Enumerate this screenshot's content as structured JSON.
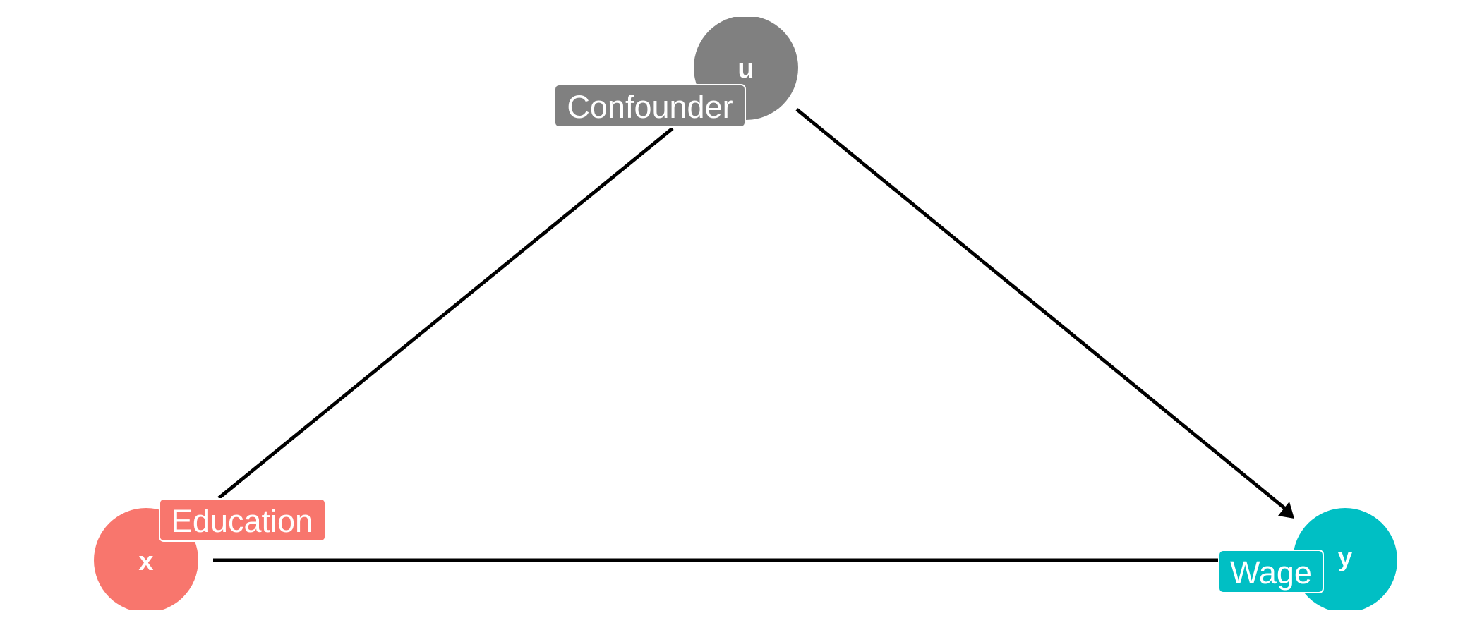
{
  "diagram": {
    "nodes": [
      {
        "id": "u",
        "letter": "u",
        "label": "Confounder",
        "color": "#808080"
      },
      {
        "id": "x",
        "letter": "x",
        "label": "Education",
        "color": "#F8766D"
      },
      {
        "id": "y",
        "letter": "y",
        "label": "Wage",
        "color": "#00BFC4"
      }
    ],
    "edges": [
      {
        "from": "u",
        "to": "x",
        "arrow": false
      },
      {
        "from": "u",
        "to": "y",
        "arrow": true
      },
      {
        "from": "x",
        "to": "y",
        "arrow": false
      }
    ],
    "edge_color": "#000000"
  }
}
